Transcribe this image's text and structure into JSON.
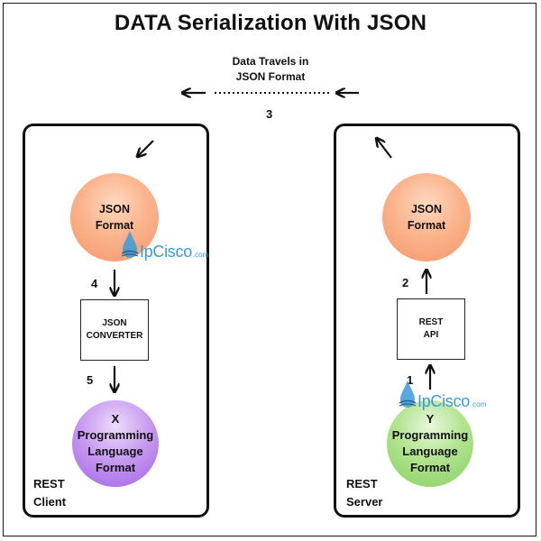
{
  "title": "DATA Serialization With JSON",
  "transport": {
    "label_line1": "Data Travels in",
    "label_line2": "JSON Format",
    "step": "3"
  },
  "client": {
    "json_circle": {
      "line1": "JSON",
      "line2": "Format"
    },
    "step_convert": "4",
    "converter": {
      "line1": "JSON",
      "line2": "CONVERTER"
    },
    "step_lang": "5",
    "lang_circle": {
      "var": "X",
      "line1": "Programming",
      "line2": "Language",
      "line3": "Format"
    },
    "side_label": {
      "line1": "REST",
      "line2": "Client"
    }
  },
  "server": {
    "json_circle": {
      "line1": "JSON",
      "line2": "Format"
    },
    "step_json": "2",
    "api": {
      "line1": "REST",
      "line2": "API"
    },
    "step_api": "1",
    "lang_circle": {
      "var": "Y",
      "line1": "Programming",
      "line2": "Language",
      "line3": "Format"
    },
    "side_label": {
      "line1": "REST",
      "line2": "Server"
    }
  },
  "watermark": {
    "brand": "IpCisco",
    "suffix": ".com"
  },
  "colors": {
    "json_circle": "#f9a57c",
    "client_lang_circle": "#b27ce9",
    "server_lang_circle": "#9ed977",
    "watermark": "#3a9ad9"
  }
}
